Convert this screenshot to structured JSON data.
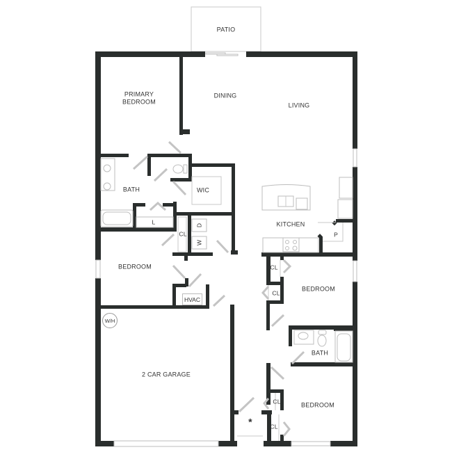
{
  "plan": {
    "wall_color": "#2a2e2d",
    "rooms": {
      "patio": "PATIO",
      "primary_bedroom_line1": "PRIMARY",
      "primary_bedroom_line2": "BEDROOM",
      "dining": "DINING",
      "living": "LIVING",
      "bath_primary": "BATH",
      "wic": "WIC",
      "linen": "L",
      "kitchen": "KITCHEN",
      "pantry": "P",
      "closet_hall": "CL",
      "dryer": "D",
      "washer": "W",
      "bedroom_left": "BEDROOM",
      "hvac": "HVAC",
      "water_heater": "W/H",
      "garage": "2 CAR GARAGE",
      "closet_bed2_a": "CL",
      "closet_bed2_b": "CL",
      "bedroom_right_upper": "BEDROOM",
      "bath_hall": "BATH",
      "bedroom_right_lower": "BEDROOM",
      "closet_bed3_a": "CL",
      "closet_bed3_b": "CL",
      "entry_marker": "*"
    }
  }
}
